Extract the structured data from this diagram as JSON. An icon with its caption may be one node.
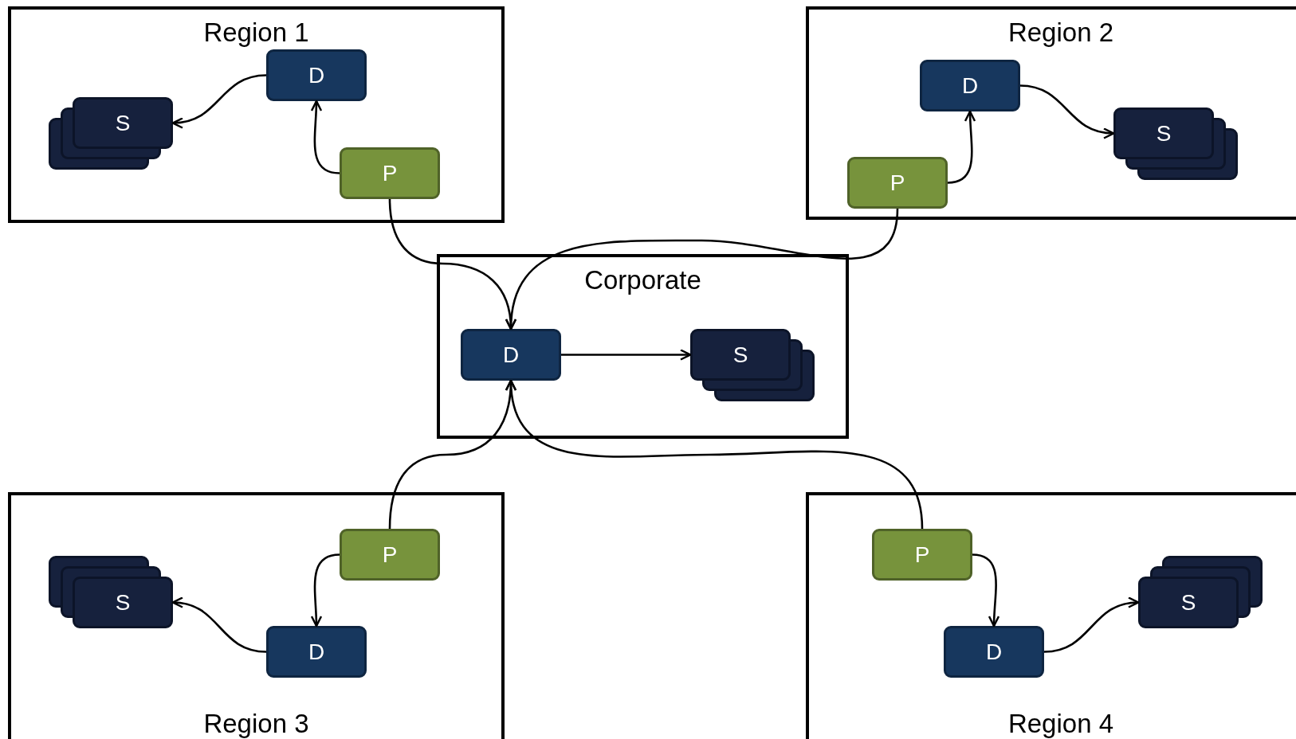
{
  "diagram": {
    "nodes": [
      {
        "text": [
          "Region 1"
        ]
      },
      {
        "text": [
          "D"
        ],
        "in": 0
      },
      {
        "text": [
          "S"
        ],
        "in": 0
      },
      {
        "text": [
          "P"
        ],
        "in": 0
      },
      {
        "text": [
          "Region 2"
        ]
      },
      {
        "text": [
          "D"
        ],
        "in": 4
      },
      {
        "text": [
          "P"
        ],
        "in": 4
      },
      {
        "text": [
          "S"
        ],
        "in": 4
      },
      {
        "text": [
          "Corporate"
        ]
      },
      {
        "text": [
          "D"
        ],
        "in": 8
      },
      {
        "text": [
          "S"
        ],
        "in": 8
      },
      {
        "text": [
          "Region 3"
        ]
      },
      {
        "text": [
          "P"
        ],
        "in": 11
      },
      {
        "text": [
          "S"
        ],
        "in": 11
      },
      {
        "text": [
          "D"
        ],
        "in": 11
      },
      {
        "text": [
          "Region 4"
        ]
      },
      {
        "text": [
          "P"
        ],
        "in": 15
      },
      {
        "text": [
          "D"
        ],
        "in": 15
      },
      {
        "text": [
          "S"
        ],
        "in": 15
      }
    ],
    "edges": [
      {
        "from": 1,
        "to": 2,
        "arrow": "to"
      },
      {
        "from": 3,
        "to": 1,
        "arrow": "to"
      },
      {
        "from": 3,
        "to": 9,
        "arrow": "to"
      },
      {
        "from": 5,
        "to": 7,
        "arrow": "to"
      },
      {
        "from": 6,
        "to": 5,
        "arrow": "to"
      },
      {
        "from": 6,
        "to": 9,
        "arrow": "to"
      },
      {
        "from": 9,
        "to": 10,
        "arrow": "to"
      },
      {
        "from": 12,
        "to": 14,
        "arrow": "to"
      },
      {
        "from": 14,
        "to": 13,
        "arrow": "to"
      },
      {
        "from": 12,
        "to": 9,
        "arrow": "to"
      },
      {
        "from": 16,
        "to": 17,
        "arrow": "to"
      },
      {
        "from": 17,
        "to": 18,
        "arrow": "to"
      },
      {
        "from": 16,
        "to": 9,
        "arrow": "to"
      }
    ]
  }
}
